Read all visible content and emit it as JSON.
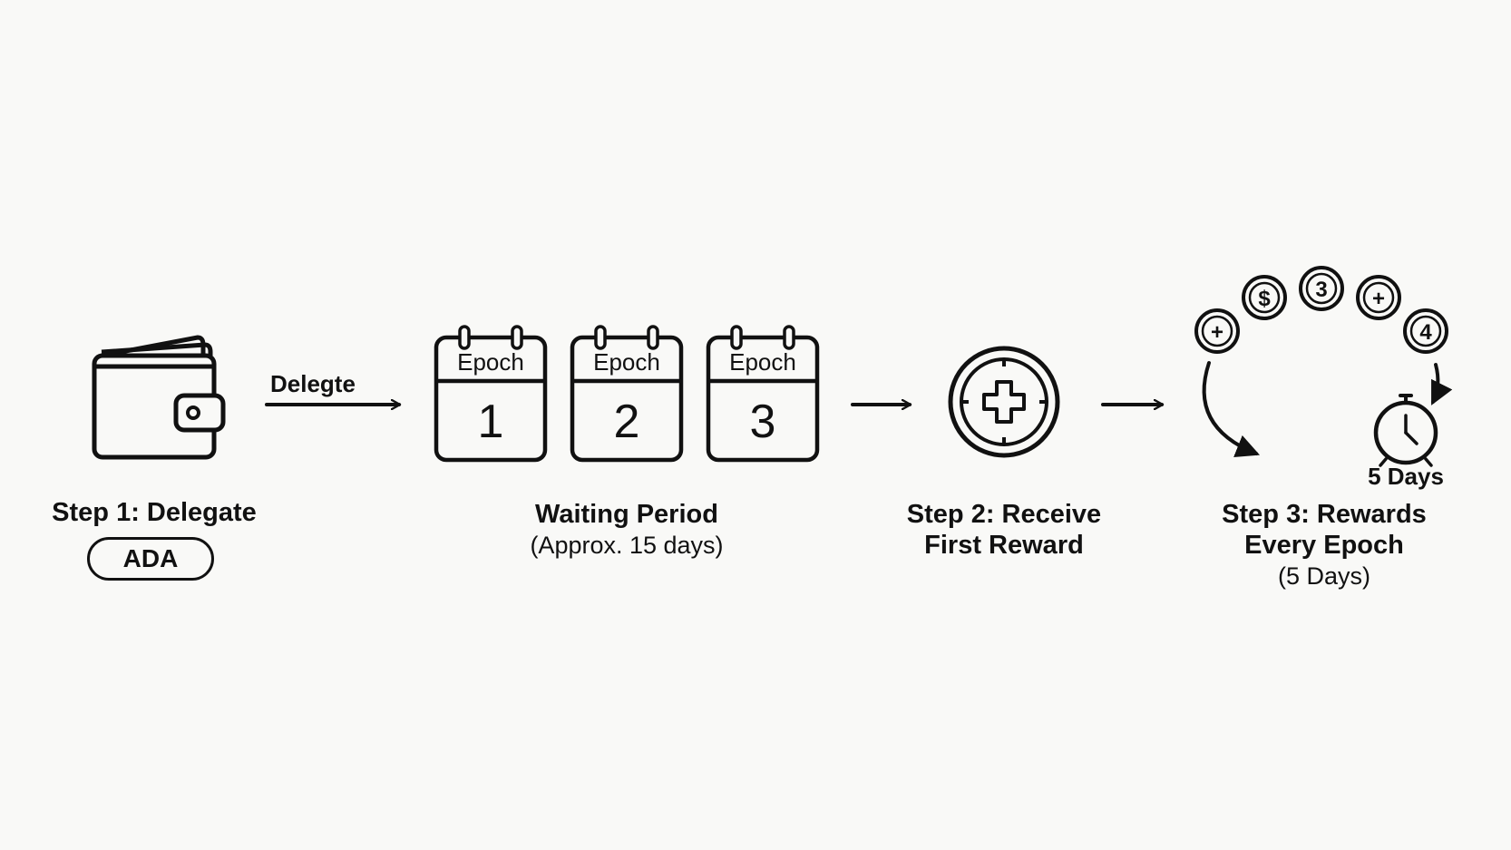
{
  "flow": {
    "step1": {
      "title": "Step 1: Delegate",
      "token": "ADA",
      "arrow_label": "Delegte"
    },
    "waiting": {
      "title": "Waiting Period",
      "subtitle": "(Approx. 15 days)",
      "epoch_word": "Epoch",
      "epochs": [
        "1",
        "2",
        "3"
      ]
    },
    "step2": {
      "line1": "Step 2: Receive",
      "line2": "First Reward"
    },
    "step3": {
      "line1": "Step 3: Rewards",
      "line2": "Every Epoch",
      "subtitle": "(5 Days)",
      "timer_label": "5 Days",
      "coins": [
        "+",
        "$",
        "3",
        "+",
        "4"
      ]
    }
  },
  "icons": {
    "wallet": "wallet-icon",
    "calendar": "calendar-icon",
    "reward_coin": "reward-coin-icon",
    "stopwatch": "stopwatch-icon"
  },
  "colors": {
    "stroke": "#111111",
    "background": "#f9f9f7"
  }
}
